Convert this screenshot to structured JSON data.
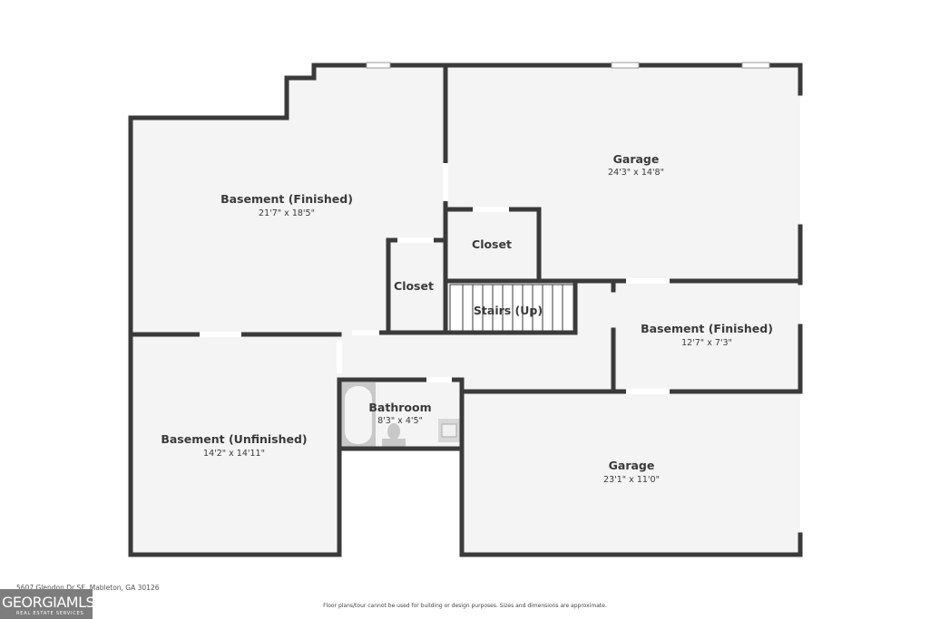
{
  "rooms": {
    "basement_finished_main": {
      "name": "Basement (Finished)",
      "dims": "21'7\" x 18'5\""
    },
    "garage_upper": {
      "name": "Garage",
      "dims": "24'3\" x 14'8\""
    },
    "closet_right": {
      "name": "Closet"
    },
    "closet_left": {
      "name": "Closet"
    },
    "stairs": {
      "name": "Stairs (Up)"
    },
    "basement_finished_small": {
      "name": "Basement (Finished)",
      "dims": "12'7\" x 7'3\""
    },
    "basement_unfinished": {
      "name": "Basement (Unfinished)",
      "dims": "14'2\" x 14'11\""
    },
    "bathroom": {
      "name": "Bathroom",
      "dims": "8'3\" x 4'5\""
    },
    "garage_lower": {
      "name": "Garage",
      "dims": "23'1\" x 11'0\""
    }
  },
  "footer": {
    "address": "5607 Glendon Dr SE, Mableton, GA 30126",
    "disclaimer": "Floor plans/tour cannot be used for building or design purposes. Sizes and dimensions are approximate."
  },
  "logo": {
    "main": "GEORGIAMLS",
    "sub": "REAL ESTATE SERVICES"
  },
  "colors": {
    "wall": "#3a3a3a",
    "floor": "#f4f4f4",
    "fixture": "#c8c8c8"
  }
}
